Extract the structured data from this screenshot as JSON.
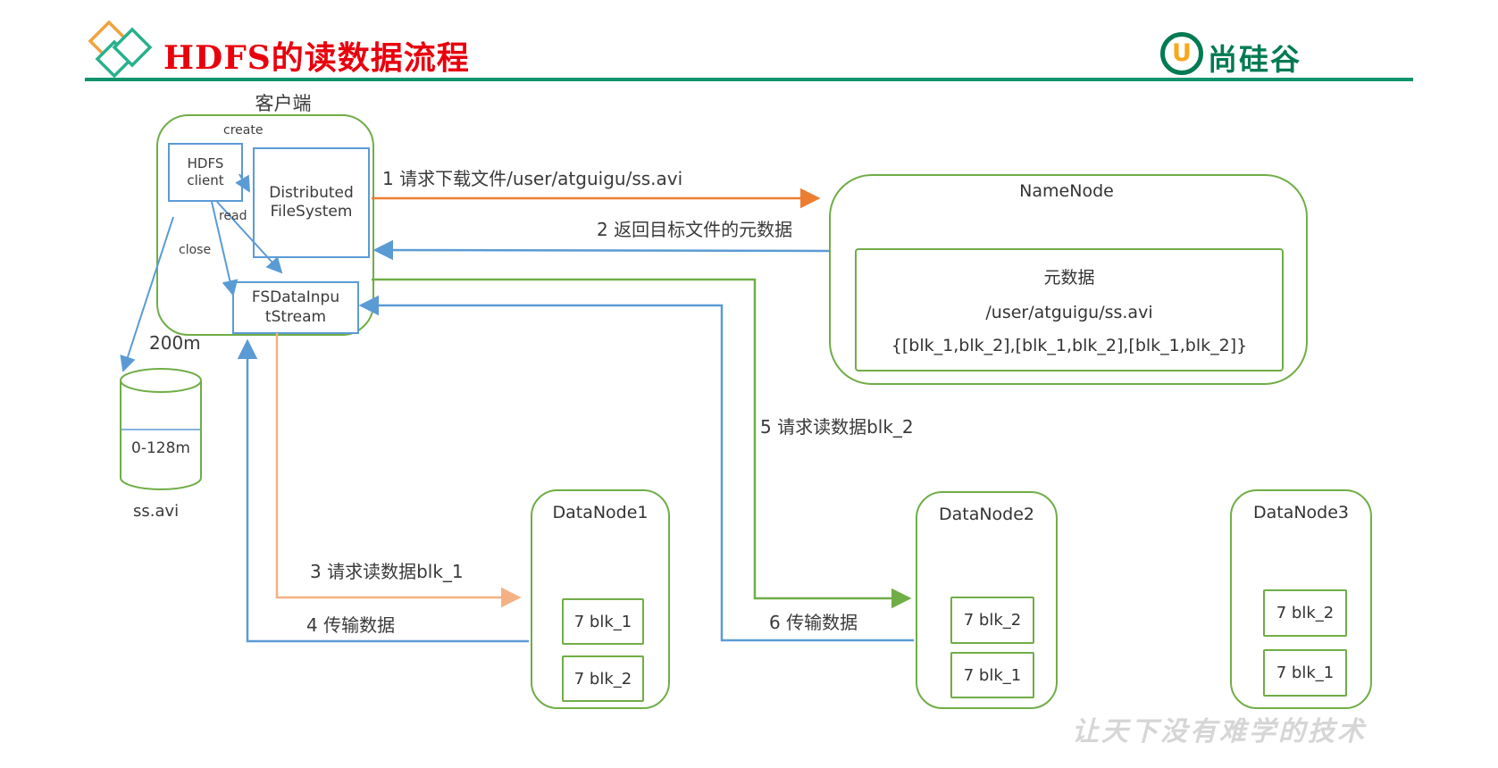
{
  "header": {
    "title": "HDFS的读数据流程",
    "brand_text": "尚硅谷",
    "brand_u": "U"
  },
  "client": {
    "label": "客户端",
    "hdfs_client_line1": "HDFS",
    "hdfs_client_line2": "client",
    "dfs_line1": "Distributed",
    "dfs_line2": "FileSystem",
    "stream_line1": "FSDataInpu",
    "stream_line2": "tStream",
    "method_create": "create",
    "method_read": "read",
    "method_close": "close"
  },
  "storage": {
    "capacity_label": "200m",
    "block_range": "0-128m",
    "file_name": "ss.avi"
  },
  "namenode": {
    "title": "NameNode",
    "metadata_title": "元数据",
    "metadata_path": "/user/atguigu/ss.avi",
    "metadata_blocks": "{[blk_1,blk_2],[blk_1,blk_2],[blk_1,blk_2]}"
  },
  "datanodes": [
    {
      "title": "DataNode1",
      "blocks": [
        "7 blk_1",
        "7 blk_2"
      ]
    },
    {
      "title": "DataNode2",
      "blocks": [
        "7 blk_2",
        "7 blk_1"
      ]
    },
    {
      "title": "DataNode3",
      "blocks": [
        "7 blk_2",
        "7 blk_1"
      ]
    }
  ],
  "flow_labels": [
    "1 请求下载文件/user/atguigu/ss.avi",
    "2 返回目标文件的元数据",
    "3 请求读数据blk_1",
    "4 传输数据",
    "5 请求读数据blk_2",
    "6 传输数据"
  ],
  "watermark": "让天下没有难学的技术",
  "colors": {
    "title_red": "#e8000d",
    "header_rule_green": "#11936d",
    "brand_green": "#007a52",
    "brand_orange": "#f6a81c",
    "shape_green": "#70ad47",
    "shape_blue": "#5b9bd5",
    "arrow_orange": "#ed7d31",
    "arrow_peach": "#f4b183",
    "label_text": "#3a3a3a",
    "watermark_gray": "#d6d6d6"
  }
}
